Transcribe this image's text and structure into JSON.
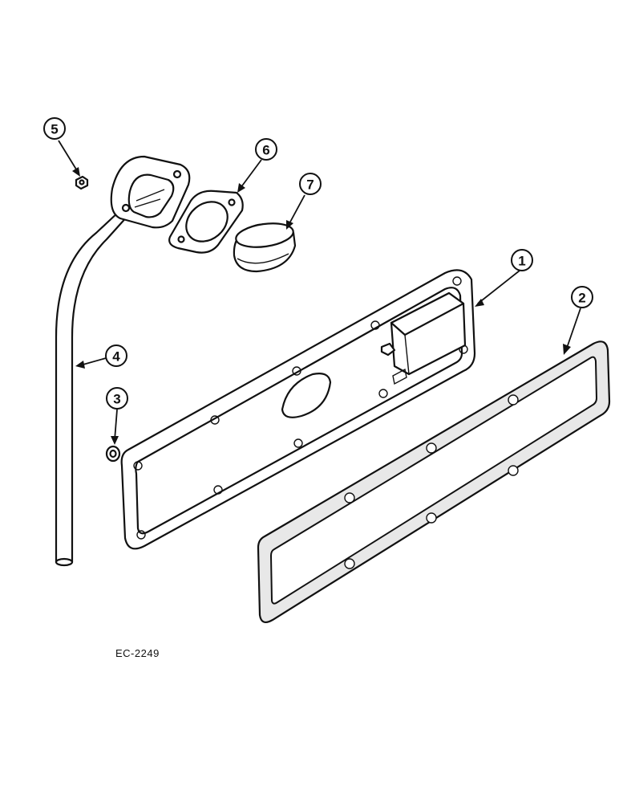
{
  "drawing_code": "EC-2249",
  "callouts": [
    {
      "number": "1",
      "part": "valve-cover"
    },
    {
      "number": "2",
      "part": "valve-cover-gasket"
    },
    {
      "number": "3",
      "part": "washer"
    },
    {
      "number": "4",
      "part": "oil-filler-tube"
    },
    {
      "number": "5",
      "part": "nut"
    },
    {
      "number": "6",
      "part": "filler-gasket"
    },
    {
      "number": "7",
      "part": "filler-cap"
    }
  ]
}
